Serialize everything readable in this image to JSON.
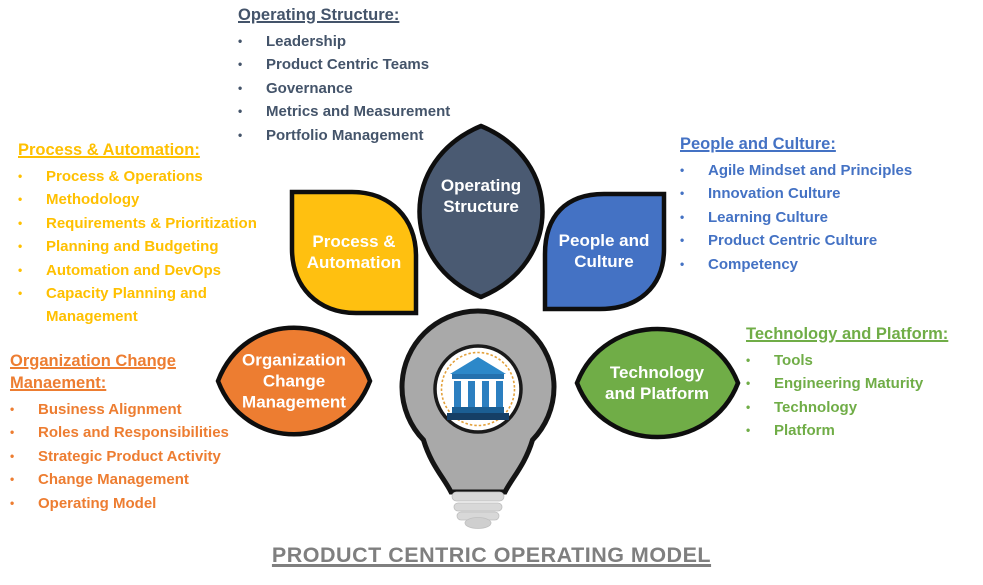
{
  "title": "PRODUCT CENTRIC OPERATING MODEL",
  "bullet": "•",
  "colors": {
    "operating_structure": "#44546A",
    "process_automation": "#FFC000",
    "people_culture": "#4472C4",
    "org_change": "#ED7D31",
    "tech_platform": "#70AD47",
    "title_gray": "#7F7F7F",
    "bulb_gray": "#A9A9A9",
    "outline_black": "#0E0E0E",
    "bank_blue": "#2C88C9",
    "bank_navy": "#153F66",
    "gold_ring": "#E3A13C"
  },
  "center": {
    "petals": {
      "operating_structure": {
        "label": "Operating\nStructure"
      },
      "process_automation": {
        "label": "Process &\nAutomation"
      },
      "people_culture": {
        "label": "People and\nCulture"
      },
      "org_change": {
        "label": "Organization\nChange\nManagement"
      },
      "tech_platform": {
        "label": "Technology\nand Platform"
      }
    },
    "bulb_icon": "lightbulb with bank building"
  },
  "lists": {
    "operating_structure": {
      "heading": "Operating Structure:",
      "items": [
        "Leadership",
        "Product Centric Teams",
        "Governance",
        "Metrics and Measurement",
        "Portfolio Management"
      ]
    },
    "process_automation": {
      "heading": "Process & Automation:",
      "items": [
        "Process & Operations",
        "Methodology",
        "Requirements & Prioritization",
        "Planning and Budgeting",
        "Automation and DevOps",
        "Capacity Planning and\nManagement"
      ]
    },
    "org_change": {
      "heading": "Organization Change\nManaement:",
      "items": [
        "Business Alignment",
        "Roles and Responsibilities",
        "Strategic Product Activity",
        "Change Management",
        "Operating Model"
      ]
    },
    "people_culture": {
      "heading": "People and Culture:",
      "items": [
        "Agile Mindset and Principles",
        "Innovation Culture",
        "Learning Culture",
        "Product Centric Culture",
        "Competency"
      ]
    },
    "tech_platform": {
      "heading": "Technology and Platform:",
      "items": [
        "Tools",
        "Engineering Maturity",
        "Technology",
        "Platform"
      ]
    }
  }
}
